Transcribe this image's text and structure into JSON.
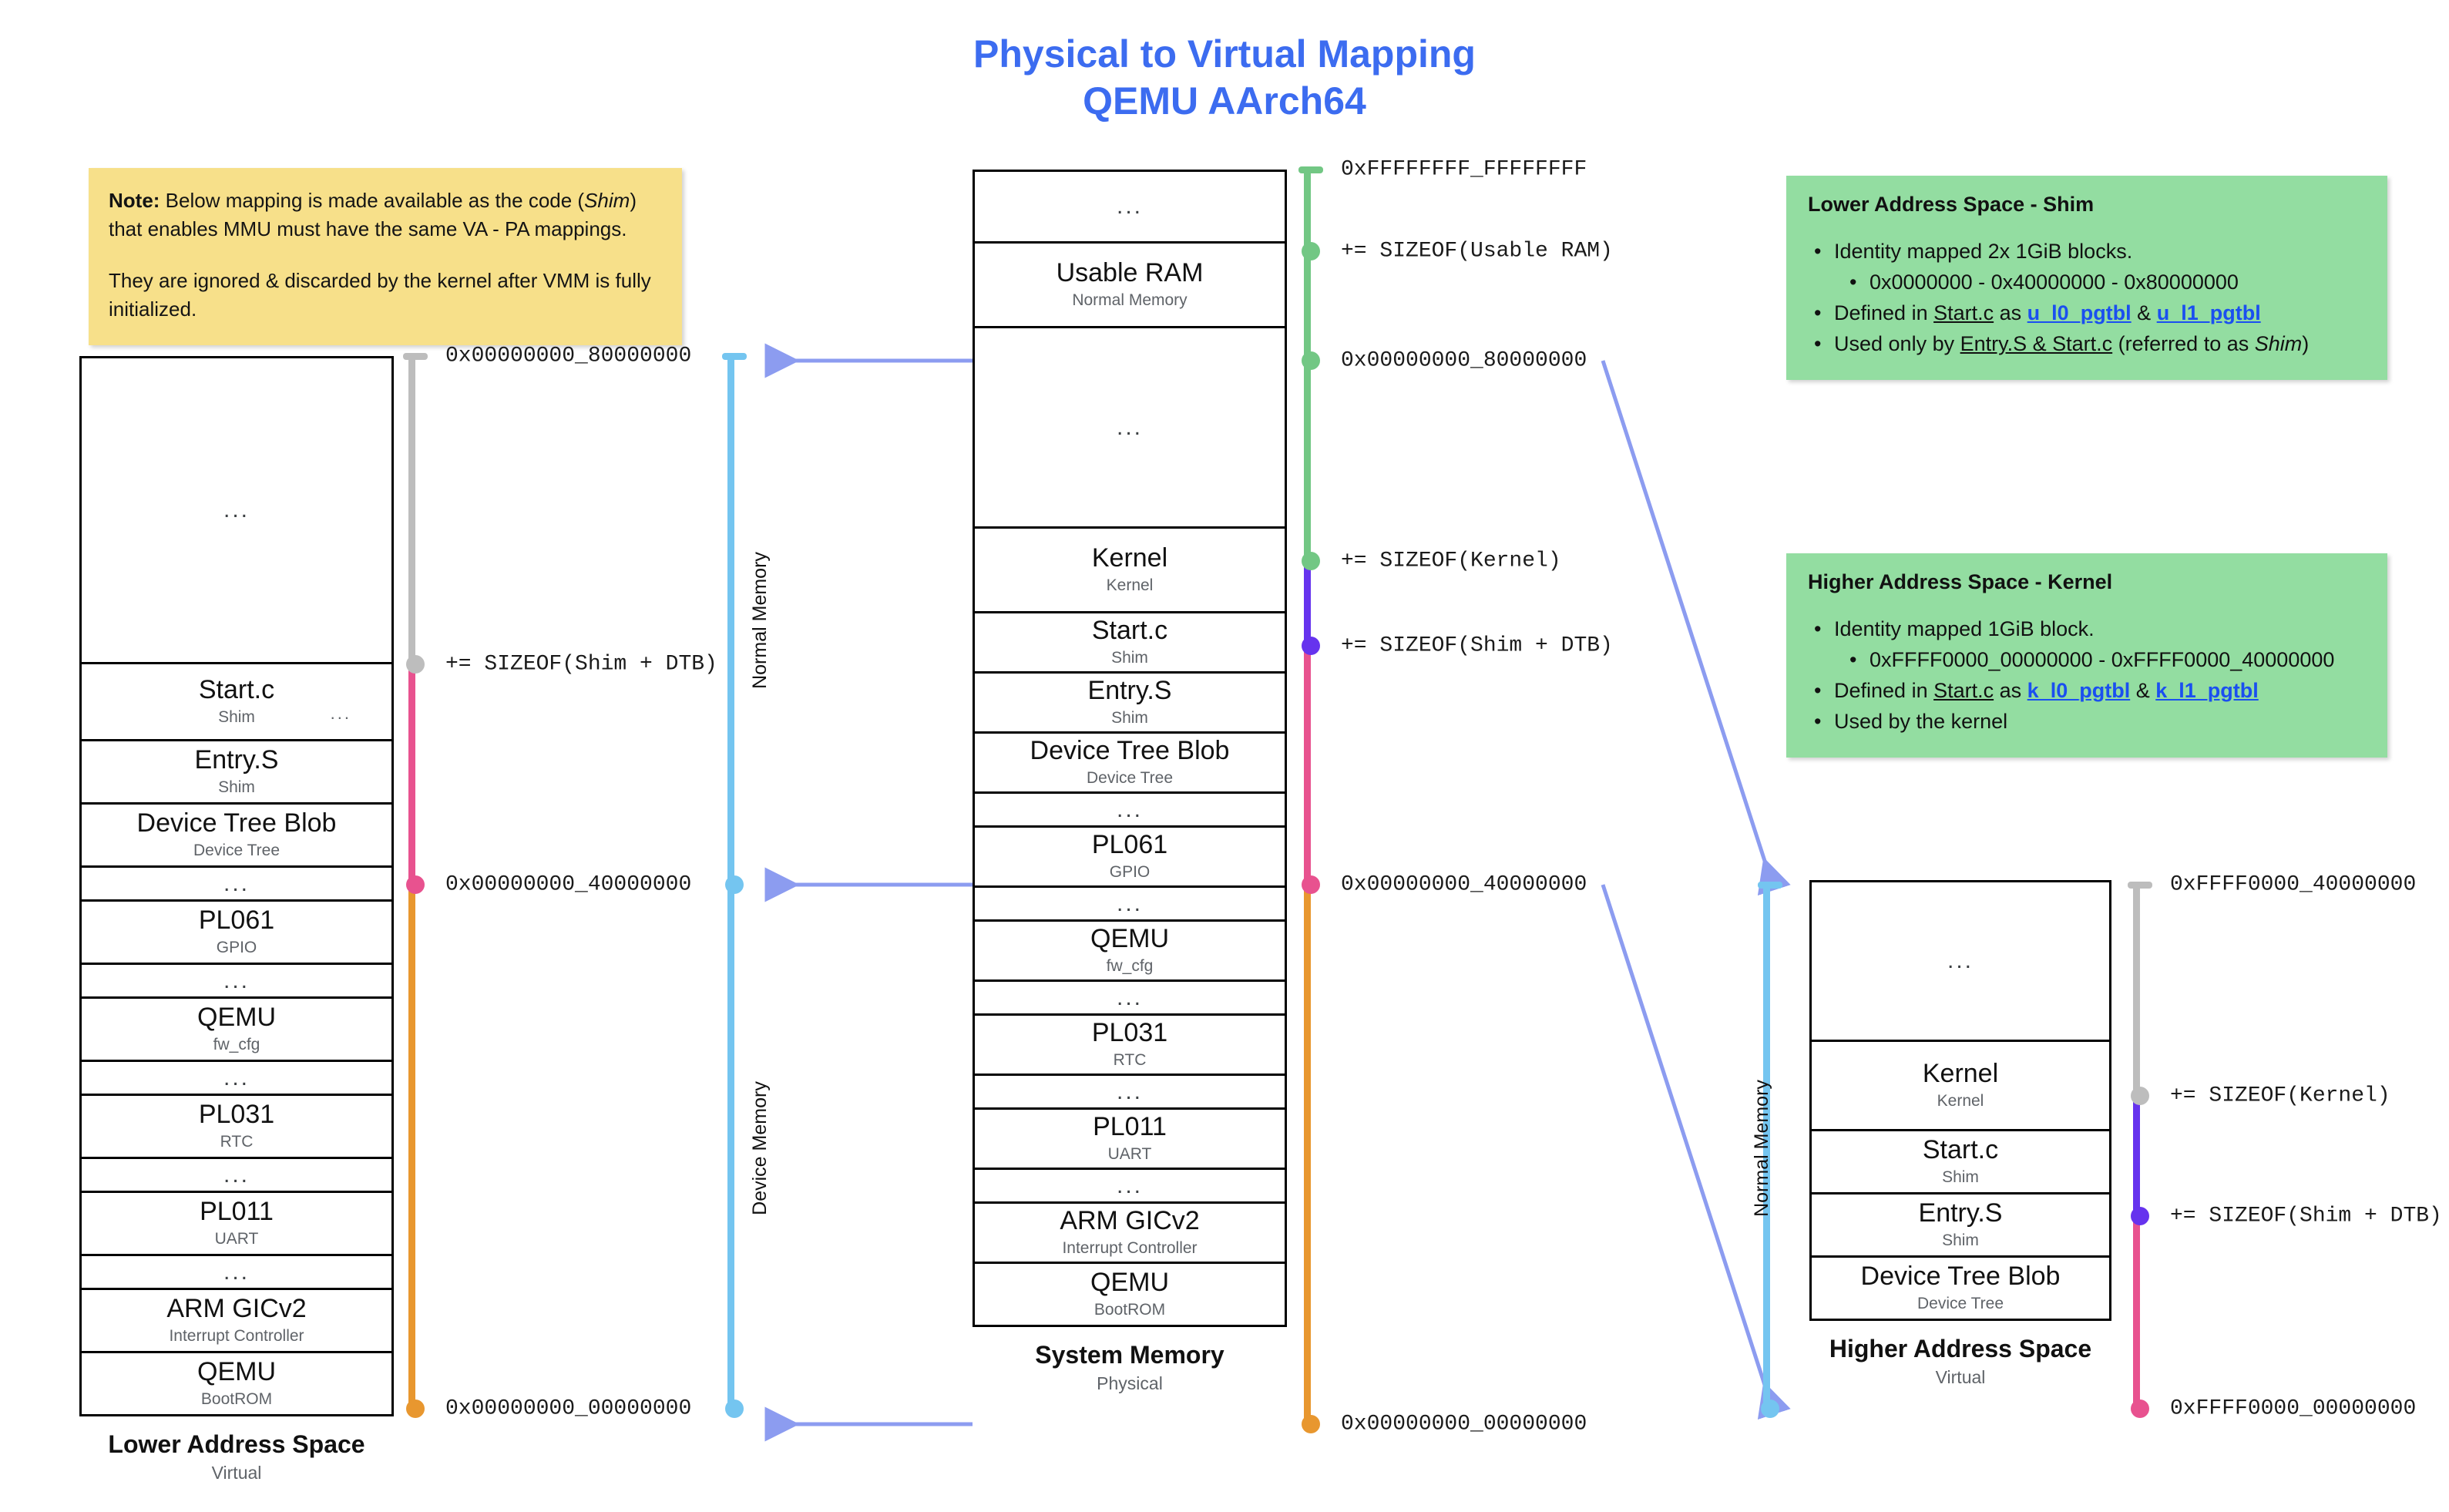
{
  "title": {
    "line1": "Physical to Virtual Mapping",
    "line2": "QEMU AArch64",
    "color": "#3c6cf0"
  },
  "note": {
    "bold_lead": "Note:",
    "para1": " Below mapping is made available as the code (Shim) that enables MMU must have the same VA - PA mappings.",
    "para1_a": " Below mapping is made available as the code (",
    "para1_em": "Shim",
    "para1_b": ") that enables MMU must have the same VA - PA mappings.",
    "para2": "They are ignored & discarded by the kernel after VMM is fully initialized.",
    "bg": "#f7e08a"
  },
  "green_lower": {
    "heading": "Lower Address Space - Shim",
    "b1": "Identity mapped 2x 1GiB blocks.",
    "b1_sub": "0x0000000 - 0x40000000 - 0x80000000",
    "b2_pre": "Defined in ",
    "b2_file": "Start.c",
    "b2_mid": " as ",
    "b2_sym1": "u_l0_pgtbl",
    "b2_amp": " & ",
    "b2_sym2": "u_l1_pgtbl",
    "b3_pre": "Used only by ",
    "b3_files": "Entry.S & Start.c",
    "b3_mid": " (referred to as ",
    "b3_em": "Shim",
    "b3_end": ")",
    "bg": "#93dda1"
  },
  "green_higher": {
    "heading": "Higher Address Space - Kernel",
    "b1": "Identity mapped 1GiB block.",
    "b1_sub": "0xFFFF0000_00000000 - 0xFFFF0000_40000000",
    "b2_pre": "Defined in ",
    "b2_file": "Start.c",
    "b2_mid": " as ",
    "b2_sym1": "k_l0_pgtbl",
    "b2_amp": " & ",
    "b2_sym2": "k_l1_pgtbl",
    "b3": "Used by the kernel",
    "bg": "#93dda1"
  },
  "lower_space": {
    "caption": "Lower Address Space",
    "subcaption": "Virtual",
    "blocks": [
      {
        "title": "",
        "sub": "",
        "dots": "...",
        "side_dots": ""
      },
      {
        "title": "Start.c",
        "sub": "Shim",
        "dots": "",
        "side_dots": "..."
      },
      {
        "title": "Entry.S",
        "sub": "Shim",
        "dots": "",
        "side_dots": ""
      },
      {
        "title": "Device Tree Blob",
        "sub": "Device Tree",
        "dots": "",
        "side_dots": ""
      },
      {
        "title": "",
        "sub": "",
        "dots": "...",
        "side_dots": ""
      },
      {
        "title": "PL061",
        "sub": "GPIO",
        "dots": "",
        "side_dots": ""
      },
      {
        "title": "",
        "sub": "",
        "dots": "...",
        "side_dots": ""
      },
      {
        "title": "QEMU",
        "sub": "fw_cfg",
        "dots": "",
        "side_dots": ""
      },
      {
        "title": "",
        "sub": "",
        "dots": "...",
        "side_dots": ""
      },
      {
        "title": "PL031",
        "sub": "RTC",
        "dots": "",
        "side_dots": ""
      },
      {
        "title": "",
        "sub": "",
        "dots": "...",
        "side_dots": ""
      },
      {
        "title": "PL011",
        "sub": "UART",
        "dots": "",
        "side_dots": ""
      },
      {
        "title": "",
        "sub": "",
        "dots": "...",
        "side_dots": ""
      },
      {
        "title": "ARM GICv2",
        "sub": "Interrupt Controller",
        "dots": "",
        "side_dots": ""
      },
      {
        "title": "QEMU",
        "sub": "BootROM",
        "dots": "",
        "side_dots": ""
      }
    ],
    "markers": [
      {
        "label": "0x00000000_80000000",
        "kind": "dash",
        "color": "#bdbdbd"
      },
      {
        "label": "+= SIZEOF(Shim + DTB)",
        "kind": "knob",
        "color": "#bdbdbd"
      },
      {
        "label": "0x00000000_40000000",
        "kind": "knob",
        "color": "#e8528f"
      },
      {
        "label": "0x00000000_00000000",
        "kind": "knob",
        "color": "#e8972f"
      }
    ]
  },
  "system_memory": {
    "caption": "System Memory",
    "subcaption": "Physical",
    "blocks": [
      {
        "title": "",
        "sub": "",
        "dots": "..."
      },
      {
        "title": "Usable RAM",
        "sub": "Normal Memory",
        "dots": ""
      },
      {
        "title": "",
        "sub": "",
        "dots": "..."
      },
      {
        "title": "Kernel",
        "sub": "Kernel",
        "dots": ""
      },
      {
        "title": "Start.c",
        "sub": "Shim",
        "dots": ""
      },
      {
        "title": "Entry.S",
        "sub": "Shim",
        "dots": ""
      },
      {
        "title": "Device Tree Blob",
        "sub": "Device Tree",
        "dots": ""
      },
      {
        "title": "",
        "sub": "",
        "dots": "..."
      },
      {
        "title": "PL061",
        "sub": "GPIO",
        "dots": ""
      },
      {
        "title": "",
        "sub": "",
        "dots": "..."
      },
      {
        "title": "QEMU",
        "sub": "fw_cfg",
        "dots": ""
      },
      {
        "title": "",
        "sub": "",
        "dots": "..."
      },
      {
        "title": "PL031",
        "sub": "RTC",
        "dots": ""
      },
      {
        "title": "",
        "sub": "",
        "dots": "..."
      },
      {
        "title": "PL011",
        "sub": "UART",
        "dots": ""
      },
      {
        "title": "",
        "sub": "",
        "dots": "..."
      },
      {
        "title": "ARM GICv2",
        "sub": "Interrupt Controller",
        "dots": ""
      },
      {
        "title": "QEMU",
        "sub": "BootROM",
        "dots": ""
      }
    ],
    "markers": [
      {
        "label": "0xFFFFFFFF_FFFFFFFF",
        "kind": "dash",
        "color": "#72c784"
      },
      {
        "label": "+= SIZEOF(Usable RAM)",
        "kind": "knob",
        "color": "#72c784"
      },
      {
        "label": "0x00000000_80000000",
        "kind": "knob",
        "color": "#72c784"
      },
      {
        "label": "+= SIZEOF(Kernel)",
        "kind": "knob",
        "color": "#72c784"
      },
      {
        "label": "+= SIZEOF(Shim + DTB)",
        "kind": "knob",
        "color": "#6633ee"
      },
      {
        "label": "0x00000000_40000000",
        "kind": "knob",
        "color": "#e8528f"
      },
      {
        "label": "0x00000000_00000000",
        "kind": "knob",
        "color": "#e8972f"
      }
    ]
  },
  "higher_space": {
    "caption": "Higher Address Space",
    "subcaption": "Virtual",
    "blocks": [
      {
        "title": "",
        "sub": "",
        "dots": "..."
      },
      {
        "title": "Kernel",
        "sub": "Kernel",
        "dots": ""
      },
      {
        "title": "Start.c",
        "sub": "Shim",
        "dots": ""
      },
      {
        "title": "Entry.S",
        "sub": "Shim",
        "dots": ""
      },
      {
        "title": "Device Tree Blob",
        "sub": "Device Tree",
        "dots": ""
      }
    ],
    "markers": [
      {
        "label": "0xFFFF0000_40000000",
        "kind": "dash",
        "color": "#bdbdbd"
      },
      {
        "label": "+= SIZEOF(Kernel)",
        "kind": "knob",
        "color": "#bdbdbd"
      },
      {
        "label": "+= SIZEOF(Shim + DTB)",
        "kind": "knob",
        "color": "#6633ee"
      },
      {
        "label": "0xFFFF0000_00000000",
        "kind": "knob",
        "color": "#e8528f"
      }
    ]
  },
  "memory_type_rails": {
    "left": {
      "top_label": "Normal Memory",
      "bottom_label": "Device Memory",
      "color": "#74c5f0"
    },
    "right": {
      "label": "Normal Memory",
      "color": "#74c5f0"
    }
  },
  "palette": {
    "gray": "#bdbdbd",
    "pink": "#e8528f",
    "orange": "#e8972f",
    "green_rail": "#72c784",
    "purple": "#6633ee",
    "light_blue": "#74c5f0",
    "arrow_blue": "#8c9cf0",
    "link_blue": "#1a4ff0"
  }
}
